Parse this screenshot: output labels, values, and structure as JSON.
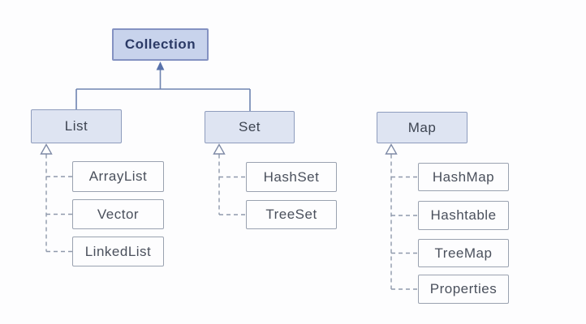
{
  "diagram": {
    "root": {
      "label": "Collection"
    },
    "groups": [
      {
        "parent": {
          "label": "List"
        },
        "children": [
          {
            "label": "ArrayList"
          },
          {
            "label": "Vector"
          },
          {
            "label": "LinkedList"
          }
        ]
      },
      {
        "parent": {
          "label": "Set"
        },
        "children": [
          {
            "label": "HashSet"
          },
          {
            "label": "TreeSet"
          }
        ]
      },
      {
        "parent": {
          "label": "Map"
        },
        "children": [
          {
            "label": "HashMap"
          },
          {
            "label": "Hashtable"
          },
          {
            "label": "TreeMap"
          },
          {
            "label": "Properties"
          }
        ]
      }
    ],
    "colors": {
      "background": "#fdfdfe",
      "root_fill": "#c8d3ec",
      "root_border": "#8492c2",
      "root_text": "#2b3a66",
      "parent_fill": "#dee4f2",
      "parent_border": "#8e9cbd",
      "parent_text": "#3d4451",
      "child_fill": "#fdfdfe",
      "child_border": "#9aa2b0",
      "child_text": "#4a505c",
      "solid_line": "#6e83b0",
      "solid_arrow": "#5872ab",
      "dashed_line": "#8f99ab",
      "hollow_triangle_stroke": "#7e8aa6"
    }
  }
}
